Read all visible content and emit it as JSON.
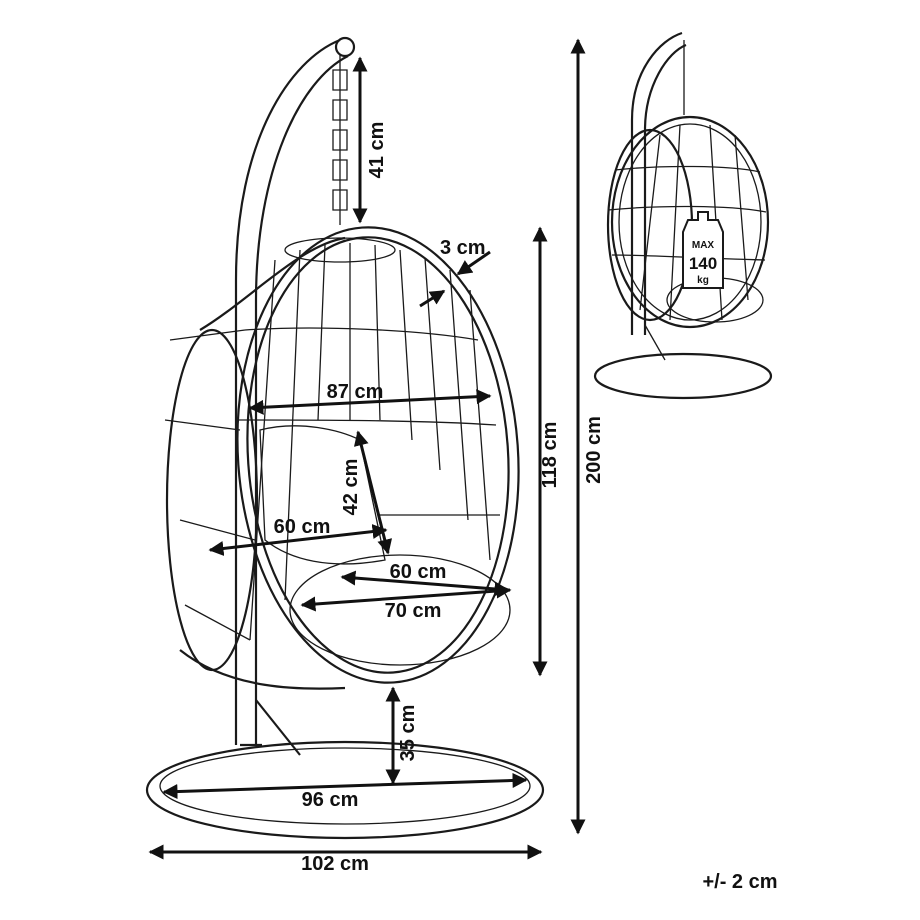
{
  "dimensions": {
    "chain_length": "41 cm",
    "frame_thickness": "3 cm",
    "inner_width": "87 cm",
    "seat_back_height": "42 cm",
    "seat_width": "60 cm",
    "seat_depth": "60 cm",
    "cushion_width": "70 cm",
    "chair_height": "118 cm",
    "total_height": "200 cm",
    "seat_ground_clearance": "35 cm",
    "base_inner_diameter": "96 cm",
    "base_outer_diameter": "102 cm",
    "tolerance": "+/- 2 cm"
  },
  "weight_tag": {
    "line1": "MAX",
    "line2": "140",
    "line3": "kg"
  },
  "colors": {
    "line": "#1a1a1a",
    "background": "#ffffff"
  }
}
